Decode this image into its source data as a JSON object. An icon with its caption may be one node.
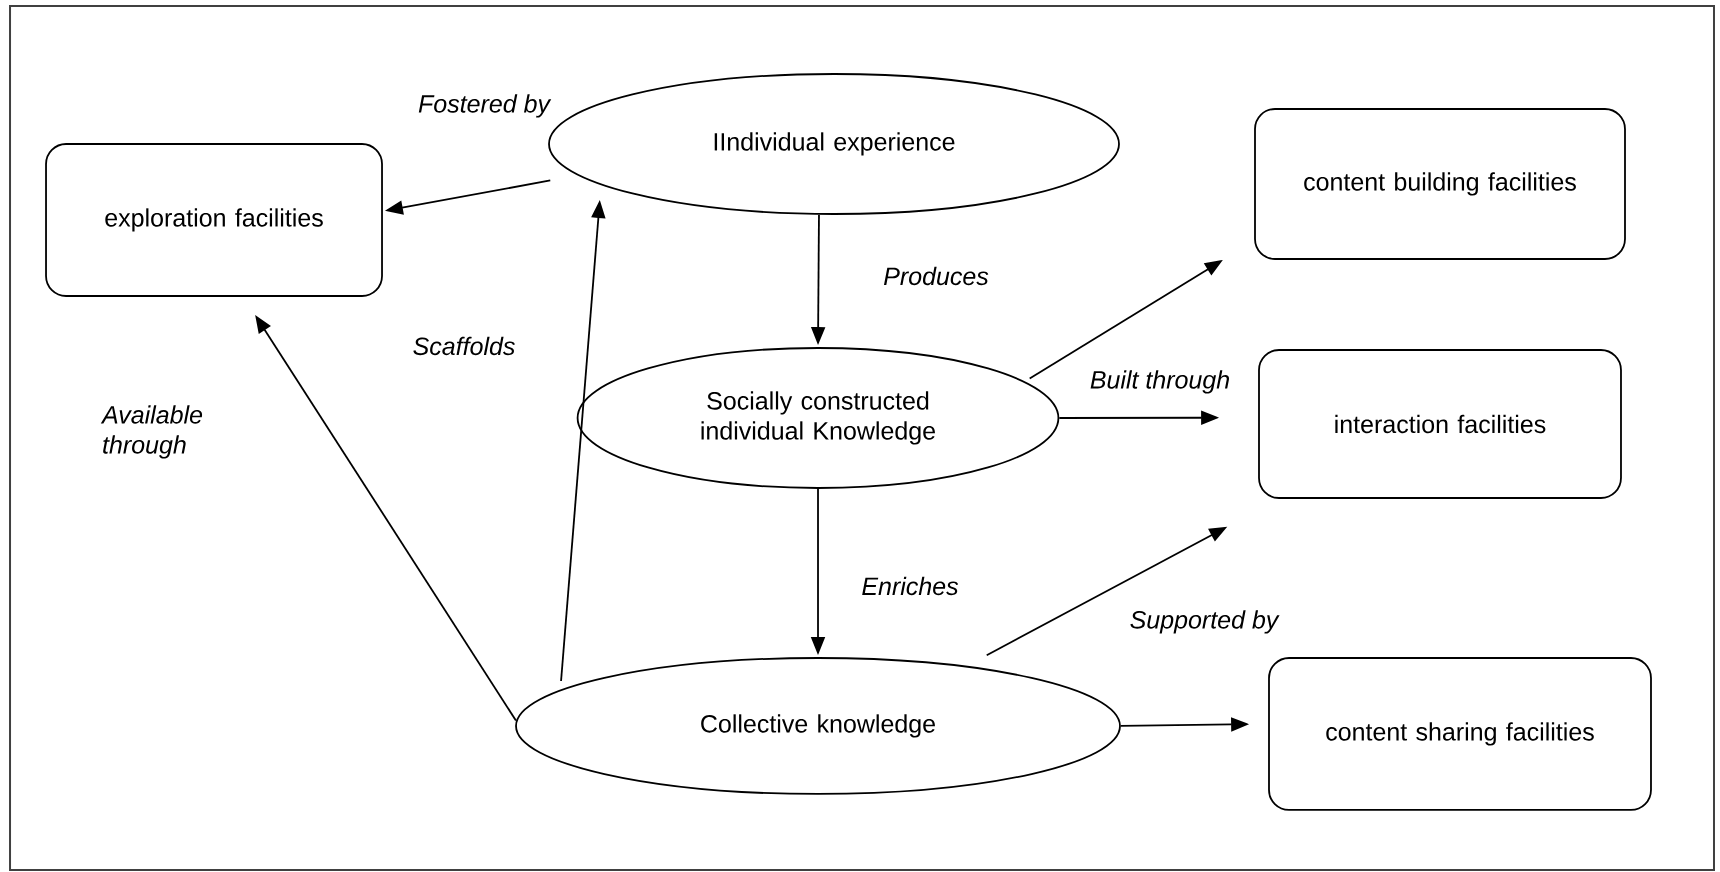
{
  "diagram": {
    "nodes": [
      {
        "text": [
          "exploration facilities"
        ]
      },
      {
        "text": [
          "IIndividual experience"
        ]
      },
      {
        "text": [
          "content building facilities"
        ]
      },
      {
        "text": [
          "Socially constructed individual Knowledge"
        ]
      },
      {
        "text": [
          "interaction facilities"
        ]
      },
      {
        "text": [
          "Collective knowledge"
        ]
      },
      {
        "text": [
          "content sharing facilities"
        ]
      }
    ],
    "edges": [
      {
        "from": 1,
        "to": 0,
        "arrow": "to",
        "label": "Fostered by"
      },
      {
        "from": 1,
        "to": 3,
        "arrow": "to",
        "label": "Produces"
      },
      {
        "from": 3,
        "to": 2,
        "arrow": "to"
      },
      {
        "from": 3,
        "to": 4,
        "arrow": "to",
        "label": "Built through"
      },
      {
        "from": 3,
        "to": 5,
        "arrow": "to",
        "label": "Enriches"
      },
      {
        "from": 5,
        "to": 1,
        "arrow": "to",
        "label": "Scaffolds"
      },
      {
        "from": 5,
        "to": 0,
        "arrow": "to",
        "label": "Available through"
      },
      {
        "from": 5,
        "to": 4,
        "arrow": "to",
        "label": "Supported by"
      },
      {
        "from": 5,
        "to": 6,
        "arrow": "to"
      }
    ]
  }
}
